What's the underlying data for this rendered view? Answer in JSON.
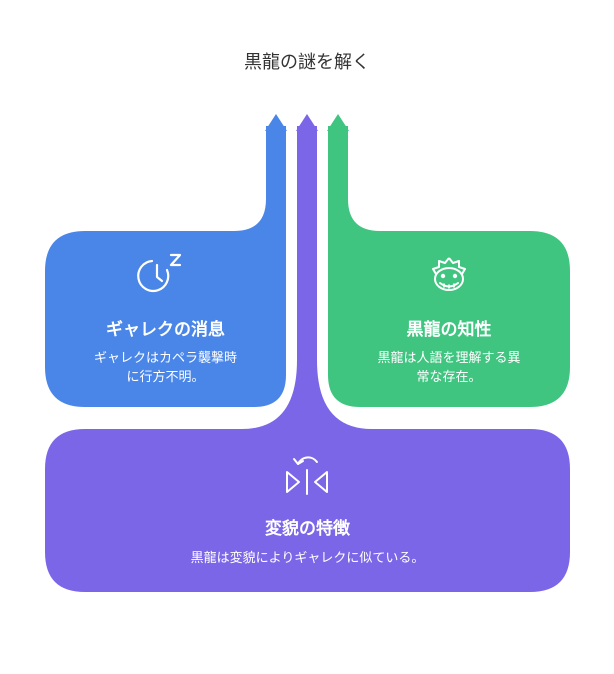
{
  "title": "黒龍の謎を解く",
  "colors": {
    "blue": "#4A86E8",
    "green": "#3FC580",
    "purple": "#7C66E8",
    "white": "#FFFFFF",
    "title_text": "#333333"
  },
  "cards": {
    "left": {
      "icon": "clock-zzz-icon",
      "title": "ギャレクの消息",
      "desc_line1": "ギャレクはカペラ襲撃時",
      "desc_line2": "に行方不明。"
    },
    "right": {
      "icon": "dragon-head-icon",
      "title": "黒龍の知性",
      "desc_line1": "黒龍は人語を理解する異",
      "desc_line2": "常な存在。"
    },
    "bottom": {
      "icon": "transform-arrows-icon",
      "title": "変貌の特徴",
      "desc": "黒龍は変貌によりギャレクに似ている。"
    }
  }
}
